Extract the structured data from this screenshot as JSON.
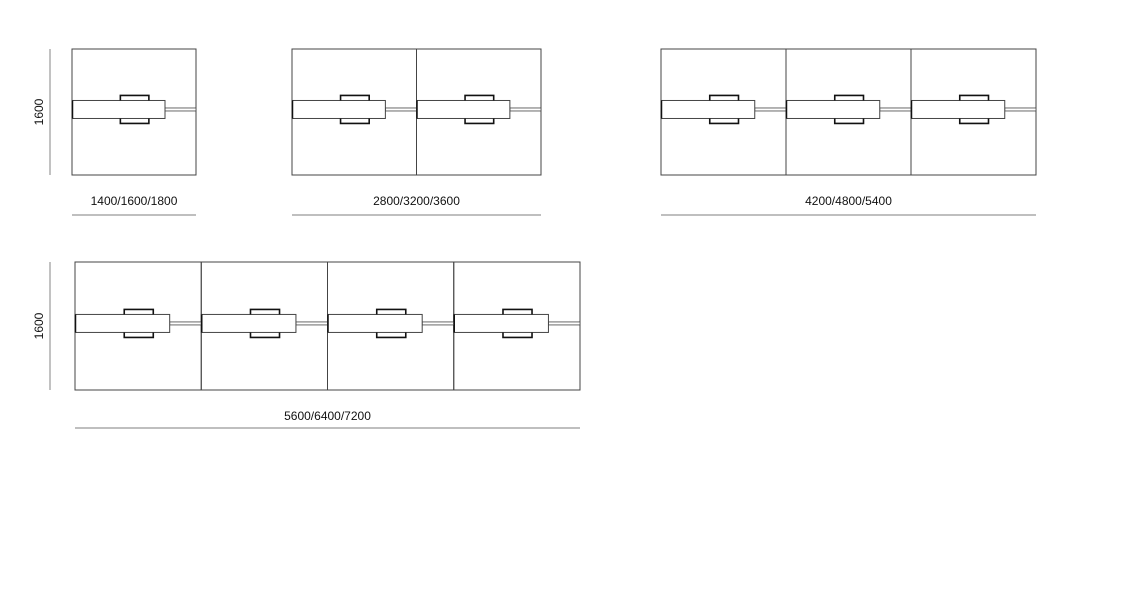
{
  "configurations": [
    {
      "width_label": "1400/1600/1800",
      "depth_label": "1600",
      "modules": 1
    },
    {
      "width_label": "2800/3200/3600",
      "modules": 2
    },
    {
      "width_label": "4200/4800/5400",
      "modules": 3
    },
    {
      "width_label": "5600/6400/7200",
      "depth_label": "1600",
      "modules": 4
    }
  ],
  "colors": {
    "outline": "#444444",
    "dim_line": "#999999",
    "handle": "#111111"
  }
}
